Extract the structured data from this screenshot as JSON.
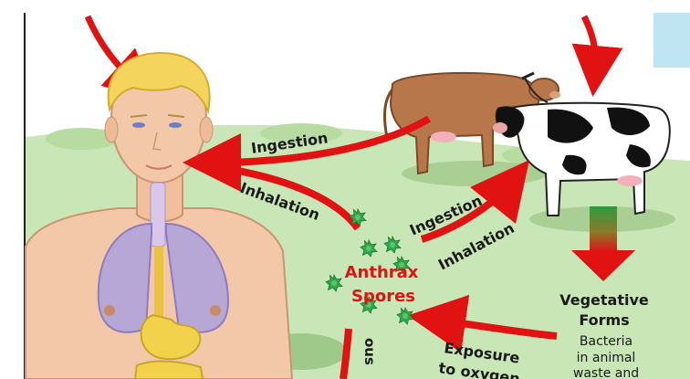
{
  "diagram": {
    "labels": {
      "ingestion_human": "Ingestion",
      "inhalation_human": "Inhalation",
      "ingestion_animal": "Ingestion",
      "inhalation_animal": "Inhalation",
      "spores_line1": "Anthrax",
      "spores_line2": "Spores",
      "vegetative_line1": "Vegetative",
      "vegetative_line2": "Forms",
      "bacteria_line1": "Bacteria",
      "bacteria_line2": "in animal",
      "bacteria_line3": "waste and",
      "exposure_line1": "Exposure",
      "exposure_line2": "to oxygen",
      "cutaneous_partial": "ous"
    },
    "colors": {
      "arrow_red": "#e01212",
      "grass_green": "#c9e6b6",
      "spore_green": "#2fa84a",
      "skin": "#f3c8a8",
      "lung_purple": "#b7a7d6",
      "stomach_yellow": "#f1d24a",
      "cow_brown": "#b8774a"
    },
    "icons": [
      "human-figure-icon",
      "brown-cow-icon",
      "holstein-cow-icon",
      "spore-icon",
      "gradient-down-arrow-icon"
    ]
  }
}
